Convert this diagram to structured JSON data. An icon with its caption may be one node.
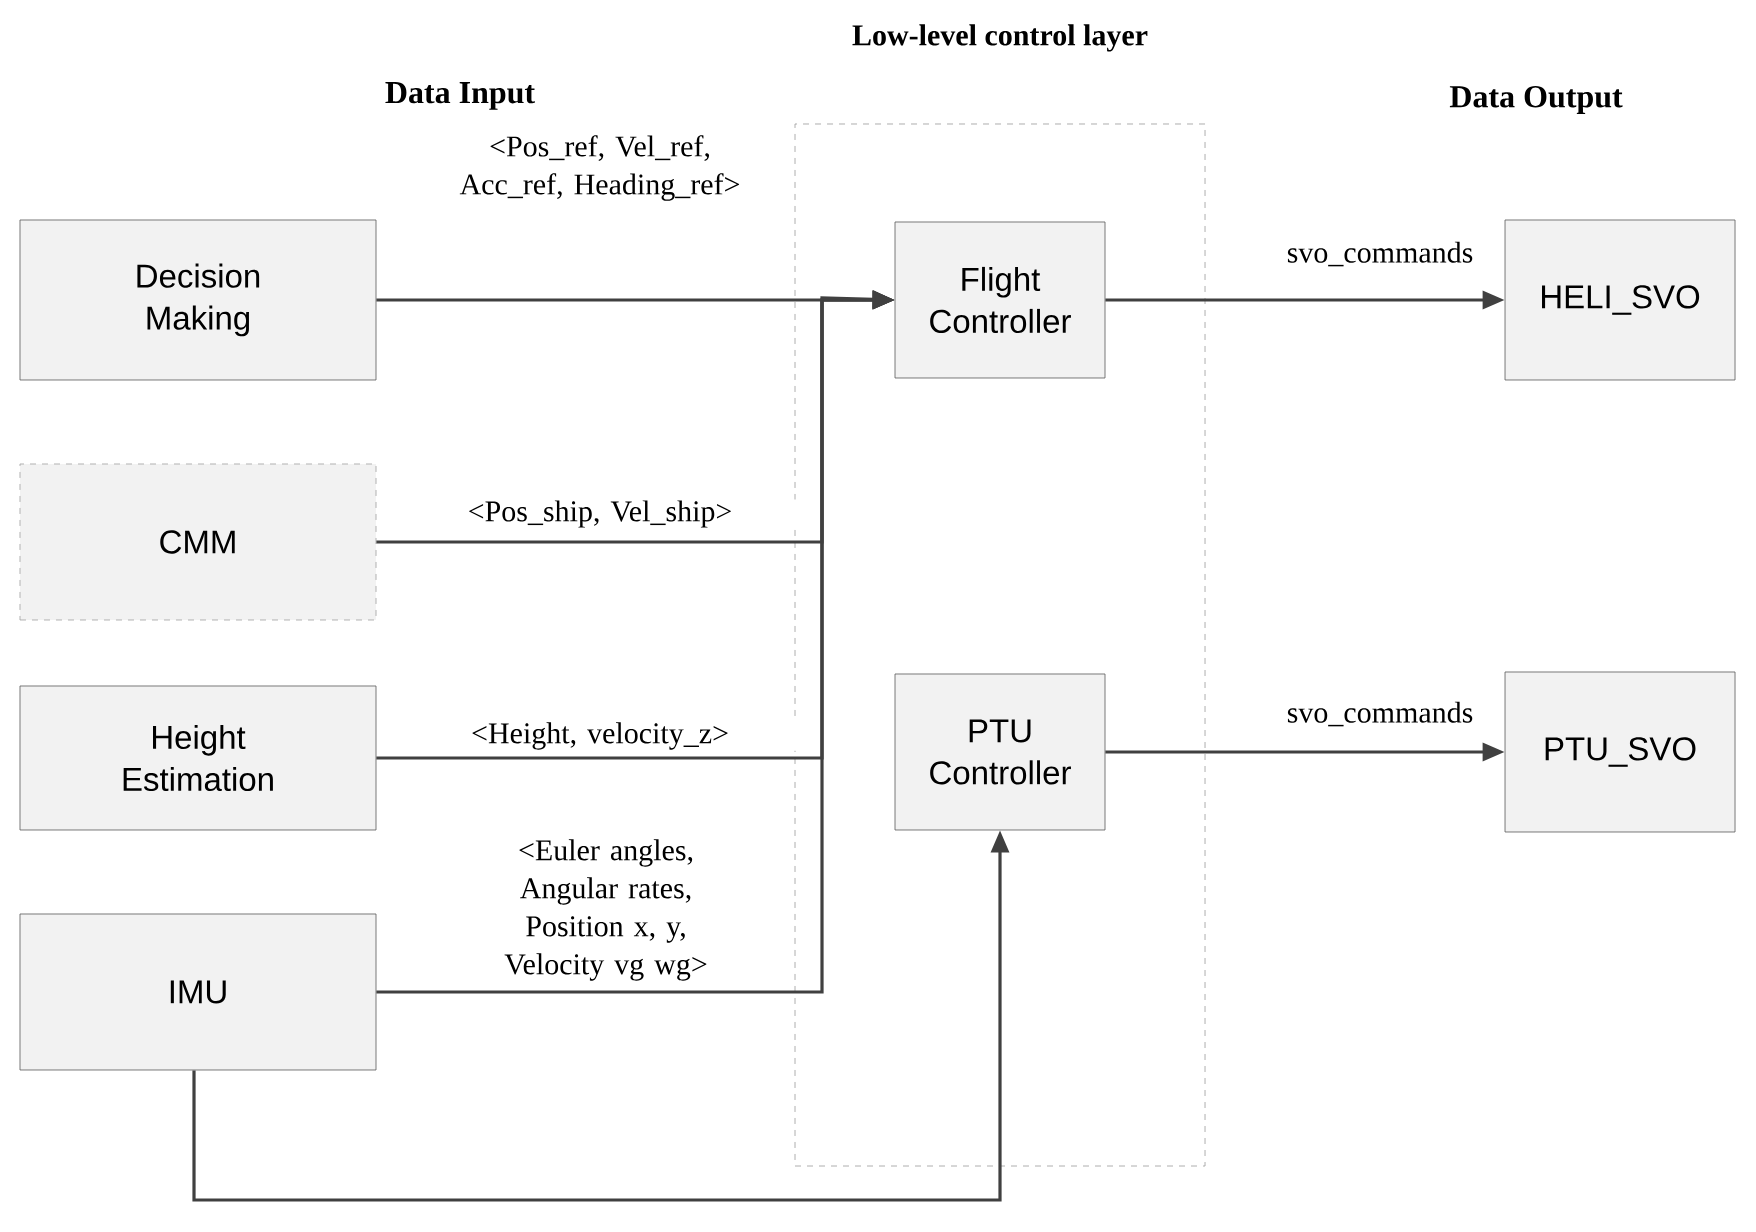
{
  "diagram": {
    "nodes": [
      {
        "text": [
          "Low-level control layer"
        ]
      },
      {
        "text": [
          "Decision Making"
        ]
      },
      {
        "text": [
          "CMM"
        ]
      },
      {
        "text": [
          "Height Estimation"
        ]
      },
      {
        "text": [
          "IMU"
        ]
      },
      {
        "text": [
          "Flight Controller"
        ],
        "in": 0
      },
      {
        "text": [
          "PTU Controller"
        ],
        "in": 0
      },
      {
        "text": [
          "HELI_SVO"
        ]
      },
      {
        "text": [
          "PTU_SVO"
        ]
      }
    ],
    "edges": [
      {
        "from": 1,
        "to": 5,
        "arrow": "to",
        "label": "<Pos_ref, Vel_ref, Acc_ref, Heading_ref>"
      },
      {
        "from": 2,
        "to": 5,
        "arrow": "to",
        "label": "<Pos_ship, Vel_ship>"
      },
      {
        "from": 3,
        "to": 5,
        "arrow": "to",
        "label": "<Height, velocity_z>"
      },
      {
        "from": 4,
        "to": 5,
        "arrow": "to",
        "label": "<Euler angles, Angular rates, Position x, y, Velocity vg wg>"
      },
      {
        "from": 4,
        "to": 6,
        "arrow": "to"
      },
      {
        "from": 5,
        "to": 7,
        "arrow": "to",
        "label": "svo_commands"
      },
      {
        "from": 6,
        "to": 8,
        "arrow": "to",
        "label": "svo_commands"
      }
    ],
    "labels": [
      "Data Input",
      "Data Output"
    ]
  }
}
